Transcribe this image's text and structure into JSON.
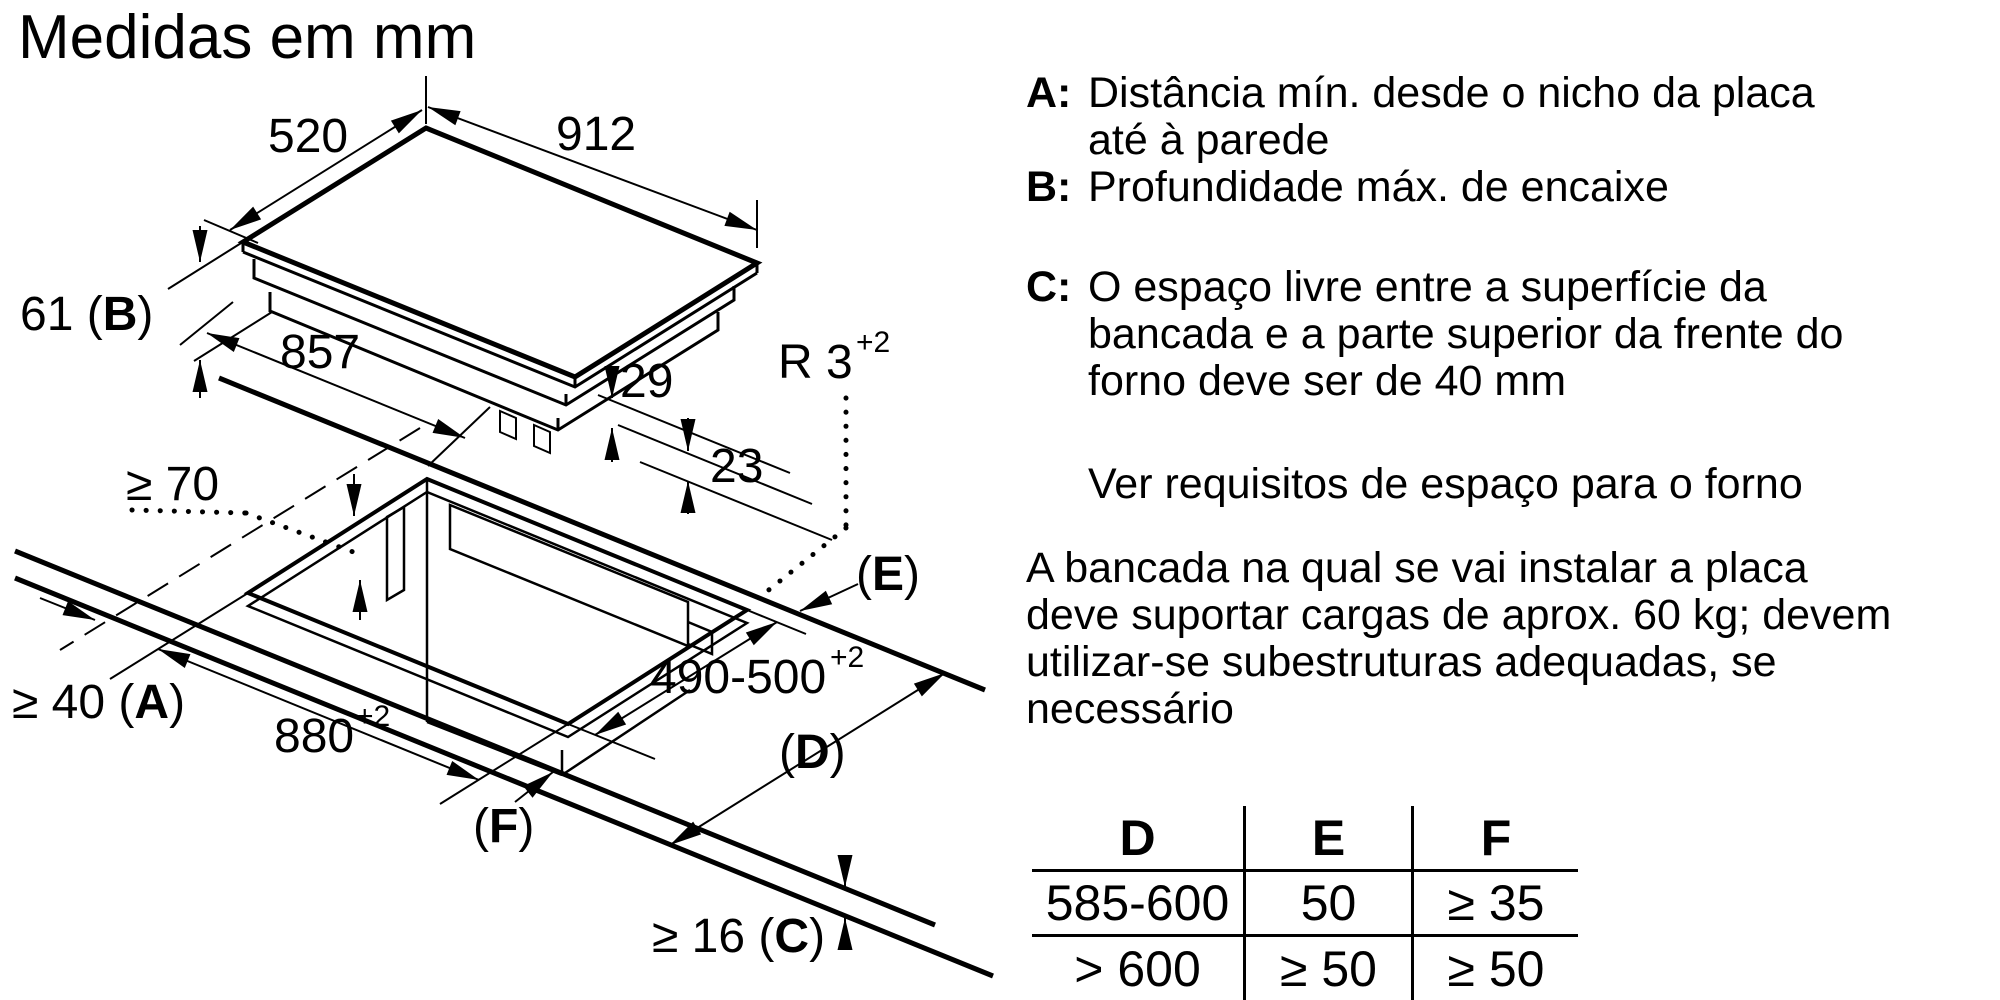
{
  "title": "Medidas em mm",
  "diagram": {
    "width_top": "912",
    "depth_top": "520",
    "height_pre": "61 (",
    "height_letter": "B",
    "height_post": ")",
    "body_width": "857",
    "offset_glass": "29",
    "offset_body": "23",
    "radius_base": "R 3",
    "radius_sup": "+2",
    "rear_clearance": "≥ 70",
    "left_pre": "≥ 40 (",
    "left_letter": "A",
    "left_post": ")",
    "cutout_width_base": "880",
    "cutout_width_sup": "+2",
    "cutout_depth_base": "490-500",
    "cutout_depth_sup": "+2",
    "label_d_pre": "(",
    "label_d_letter": "D",
    "label_d_post": ")",
    "label_e_pre": "(",
    "label_e_letter": "E",
    "label_e_post": ")",
    "label_f_pre": "(",
    "label_f_letter": "F",
    "label_f_post": ")",
    "thickness_pre": "≥ 16 (",
    "thickness_letter": "C",
    "thickness_post": ")"
  },
  "notes": {
    "a_label": "A:",
    "a_line1": "Distância mín. desde o nicho da placa",
    "a_line2": "até à parede",
    "b_label": "B:",
    "b_line1": "Profundidade máx. de encaixe",
    "c_label": "C:",
    "c_line1": "O espaço livre entre a superfície da",
    "c_line2": "bancada e a parte superior da frente do",
    "c_line3": "forno deve ser de 40 mm",
    "see_oven": "Ver requisitos de espaço para o forno",
    "p_line1": "A bancada na qual se vai instalar a placa",
    "p_line2": "deve suportar cargas de aprox. 60 kg; devem",
    "p_line3": "utilizar-se subestruturas adequadas, se",
    "p_line4": "necessário"
  },
  "table": {
    "headers": [
      "D",
      "E",
      "F"
    ],
    "rows": [
      [
        "585-600",
        "50",
        "≥ 35"
      ],
      [
        "> 600",
        "≥ 50",
        "≥ 50"
      ]
    ]
  }
}
